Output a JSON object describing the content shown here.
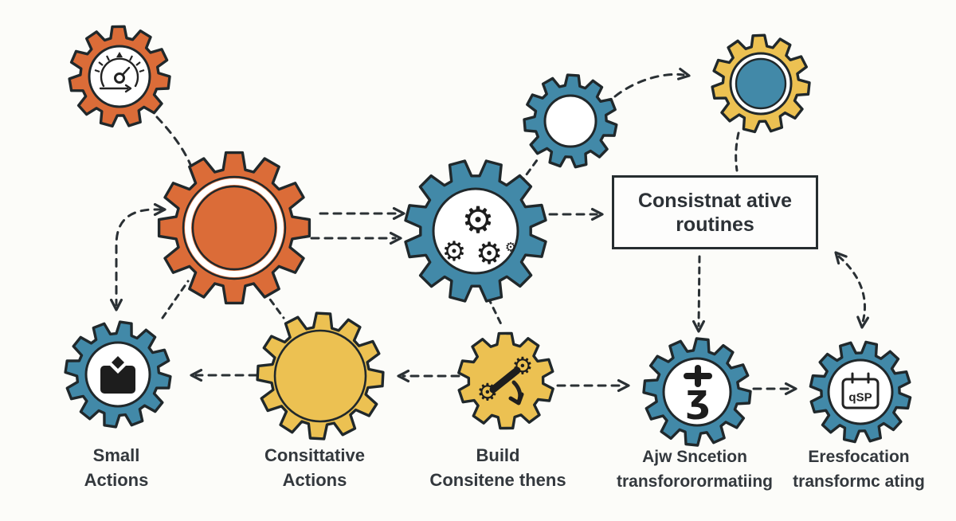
{
  "colors": {
    "orange": "#db6c38",
    "teal": "#4289a8",
    "yellow": "#ecc152",
    "outline": "#20282b",
    "text": "#33383d",
    "background": "#fcfcf9",
    "box_background": "#fdfdfc"
  },
  "diagram": {
    "box": {
      "line1": "Consistnat ative",
      "line2": "routines"
    },
    "labels": [
      {
        "line1": "Small",
        "line2": "Actions"
      },
      {
        "line1": "Consittative",
        "line2": "Actions"
      },
      {
        "line1": "Build",
        "line2": "Consitene thens"
      },
      {
        "line1": "Ajw Sncetion",
        "line2": "transfororormatiing"
      },
      {
        "line1": "Eresfocation",
        "line2": "transformc ating"
      }
    ],
    "calendar_icon_text": "qSP",
    "gear_glyph": "⚙",
    "ezh_glyph": "ʒ"
  }
}
